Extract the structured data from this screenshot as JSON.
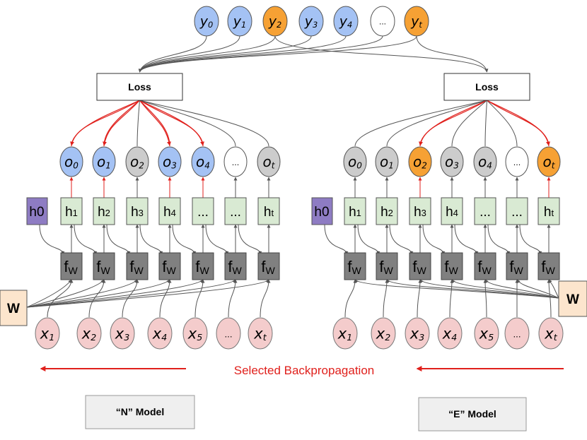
{
  "top_outputs": [
    {
      "main": "y",
      "sub": "0",
      "color": "blue"
    },
    {
      "main": "y",
      "sub": "1",
      "color": "blue"
    },
    {
      "main": "y",
      "sub": "2",
      "color": "orange"
    },
    {
      "main": "y",
      "sub": "3",
      "color": "blue"
    },
    {
      "main": "y",
      "sub": "4",
      "color": "blue"
    },
    {
      "main": "...",
      "sub": "",
      "color": "white"
    },
    {
      "main": "y",
      "sub": "t",
      "color": "orange"
    }
  ],
  "n_model": {
    "loss_label": "Loss",
    "outputs": [
      {
        "main": "o",
        "sub": "0",
        "color": "blue",
        "selected": true
      },
      {
        "main": "o",
        "sub": "1",
        "color": "blue",
        "selected": true
      },
      {
        "main": "o",
        "sub": "2",
        "color": "gray",
        "selected": false
      },
      {
        "main": "o",
        "sub": "3",
        "color": "blue",
        "selected": true
      },
      {
        "main": "o",
        "sub": "4",
        "color": "blue",
        "selected": true
      },
      {
        "main": "...",
        "sub": "",
        "color": "white",
        "selected": false
      },
      {
        "main": "o",
        "sub": "t",
        "color": "gray",
        "selected": false
      }
    ],
    "h0": "h0",
    "hidden": [
      {
        "main": "h",
        "sub": "1"
      },
      {
        "main": "h",
        "sub": "2"
      },
      {
        "main": "h",
        "sub": "3"
      },
      {
        "main": "h",
        "sub": "4"
      },
      {
        "main": "...",
        "sub": ""
      },
      {
        "main": "...",
        "sub": ""
      },
      {
        "main": "h",
        "sub": "t"
      }
    ],
    "cells": [
      "f",
      "f",
      "f",
      "f",
      "f",
      "f",
      "f"
    ],
    "cell_sub": "W",
    "weight_label": "W",
    "inputs": [
      {
        "main": "x",
        "sub": "1"
      },
      {
        "main": "x",
        "sub": "2"
      },
      {
        "main": "x",
        "sub": "3"
      },
      {
        "main": "x",
        "sub": "4"
      },
      {
        "main": "x",
        "sub": "5"
      },
      {
        "main": "...",
        "sub": ""
      },
      {
        "main": "x",
        "sub": "t"
      }
    ],
    "model_label": "“N” Model"
  },
  "e_model": {
    "loss_label": "Loss",
    "outputs": [
      {
        "main": "o",
        "sub": "0",
        "color": "gray",
        "selected": false
      },
      {
        "main": "o",
        "sub": "1",
        "color": "gray",
        "selected": false
      },
      {
        "main": "o",
        "sub": "2",
        "color": "orange",
        "selected": true
      },
      {
        "main": "o",
        "sub": "3",
        "color": "gray",
        "selected": false
      },
      {
        "main": "o",
        "sub": "4",
        "color": "gray",
        "selected": false
      },
      {
        "main": "...",
        "sub": "",
        "color": "white",
        "selected": false
      },
      {
        "main": "o",
        "sub": "t",
        "color": "orange",
        "selected": true
      }
    ],
    "h0": "h0",
    "hidden": [
      {
        "main": "h",
        "sub": "1"
      },
      {
        "main": "h",
        "sub": "2"
      },
      {
        "main": "h",
        "sub": "3"
      },
      {
        "main": "h",
        "sub": "4"
      },
      {
        "main": "...",
        "sub": ""
      },
      {
        "main": "...",
        "sub": ""
      },
      {
        "main": "h",
        "sub": "t"
      }
    ],
    "cells": [
      "f",
      "f",
      "f",
      "f",
      "f",
      "f",
      "f"
    ],
    "cell_sub": "W",
    "weight_label": "W",
    "inputs": [
      {
        "main": "x",
        "sub": "1"
      },
      {
        "main": "x",
        "sub": "2"
      },
      {
        "main": "x",
        "sub": "3"
      },
      {
        "main": "x",
        "sub": "4"
      },
      {
        "main": "x",
        "sub": "5"
      },
      {
        "main": "...",
        "sub": ""
      },
      {
        "main": "x",
        "sub": "t"
      }
    ],
    "model_label": "“E” Model"
  },
  "caption": "Selected Backpropagation",
  "colors": {
    "blue": "#a4c2f4",
    "orange": "#f6a134",
    "gray": "#cccccc",
    "white": "#ffffff",
    "hidden_fill": "#d9ead3",
    "h0_fill": "#8e7cc3",
    "cell_fill": "#808080",
    "input_fill": "#f4cccc",
    "weight_fill": "#fce5cd",
    "model_box_fill": "#efefef",
    "backprop": "#e0201c",
    "edge": "#555555"
  }
}
